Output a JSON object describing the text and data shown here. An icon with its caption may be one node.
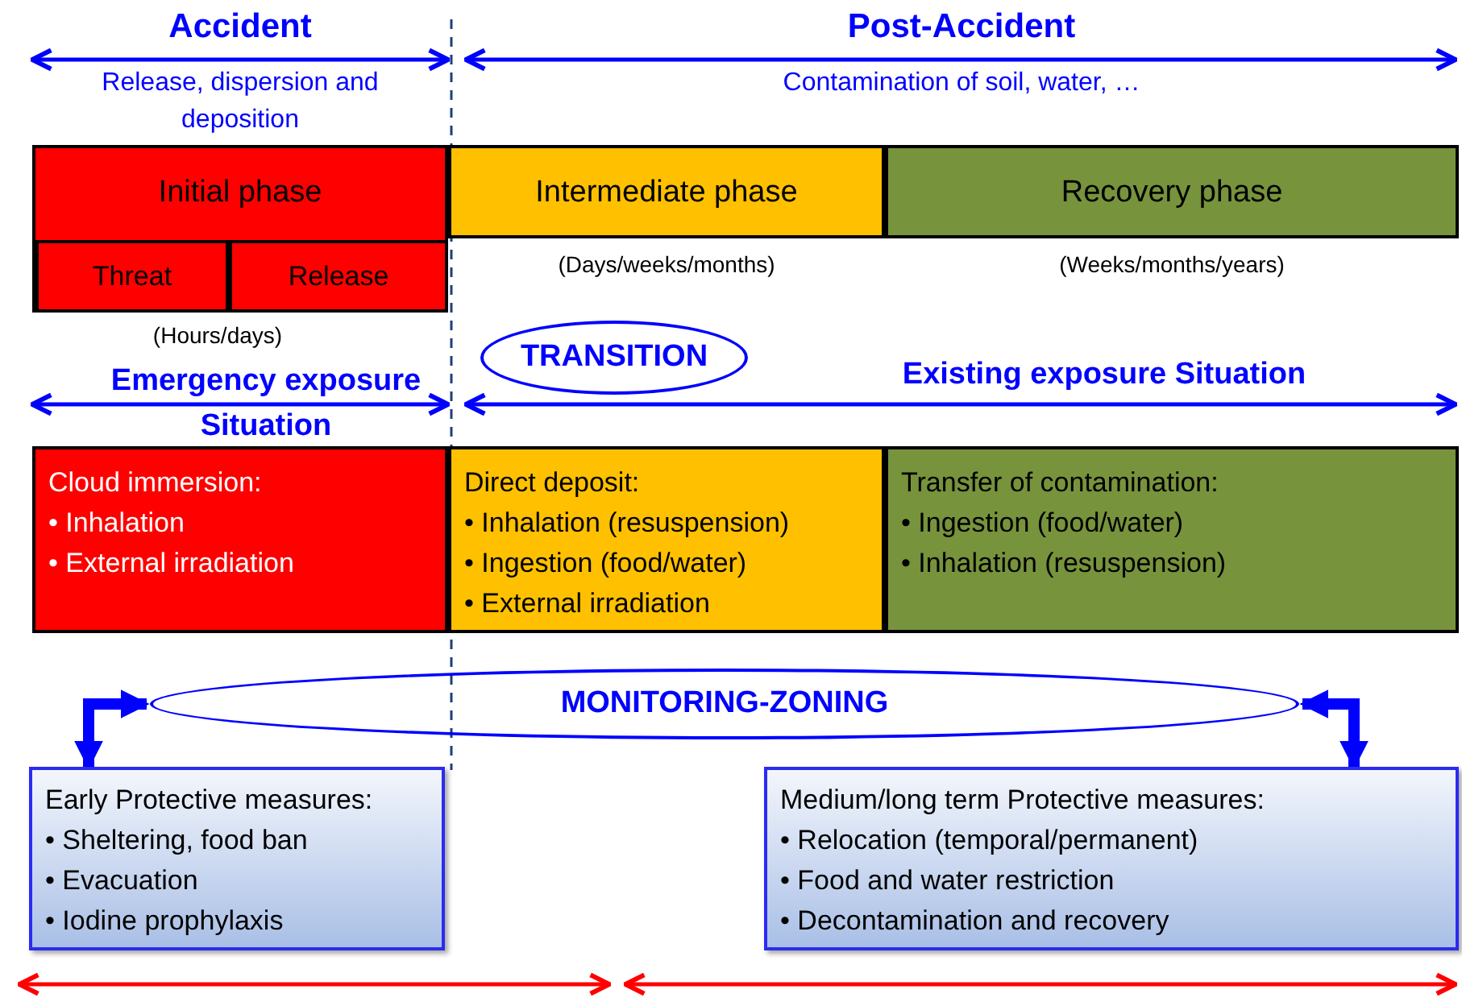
{
  "diagram": {
    "nodes": [
      {
        "text": [
          "Initial phase"
        ],
        "beside": [
          "(Hours/days)"
        ]
      },
      {
        "text": [
          "Threat"
        ],
        "in": 0
      },
      {
        "text": [
          "Release"
        ],
        "in": 0
      },
      {
        "text": [
          "Intermediate phase"
        ],
        "beside": [
          "(Days/weeks/months)"
        ]
      },
      {
        "text": [
          "Recovery phase"
        ],
        "beside": [
          "(Weeks/months/years)"
        ]
      },
      {
        "text": [
          "TRANSITION"
        ]
      },
      {
        "text": [
          "Cloud immersion:",
          "• Inhalation",
          "• External irradiation"
        ]
      },
      {
        "text": [
          "Direct deposit:",
          "• Inhalation (resuspension)",
          "• Ingestion (food/water)",
          "• External irradiation"
        ]
      },
      {
        "text": [
          "Transfer of contamination:",
          "• Ingestion (food/water)",
          "• Inhalation (resuspension)"
        ]
      },
      {
        "text": [
          "MONITORING-ZONING"
        ]
      },
      {
        "text": [
          "Early Protective measures:",
          "• Sheltering, food ban",
          "• Evacuation",
          "• Iodine prophylaxis"
        ]
      },
      {
        "text": [
          "Medium/long term Protective measures:",
          "• Relocation (temporal/permanent)",
          "• Food and water restriction",
          "• Decontamination and recovery"
        ]
      }
    ],
    "edges": [
      {
        "from": 9,
        "to": 10,
        "arrow": "both"
      },
      {
        "from": 9,
        "to": 11,
        "arrow": "both"
      }
    ],
    "labels": [
      "Accident",
      "Release, dispersion and deposition",
      "Post-Accident",
      "Contamination of soil, water, …",
      "Emergency exposure Situation",
      "Existing exposure Situation"
    ]
  }
}
